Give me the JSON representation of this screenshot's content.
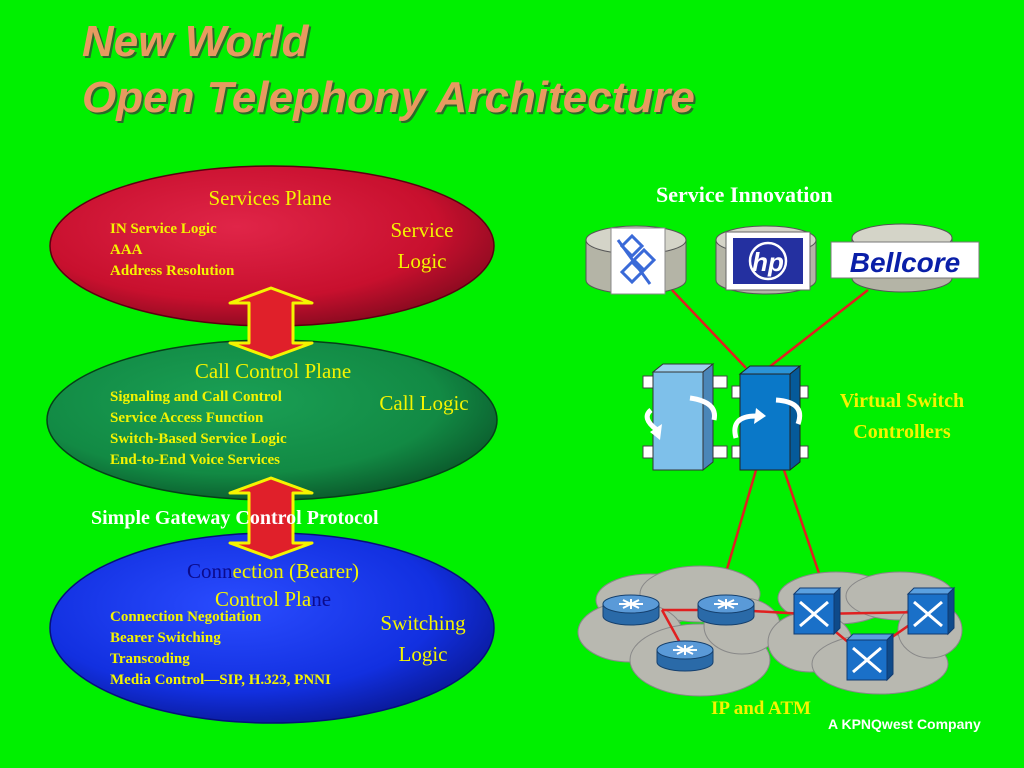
{
  "title": {
    "line1": "New World",
    "line2": "Open Telephony Architecture"
  },
  "planes": {
    "services": {
      "title": "Services Plane",
      "items": [
        "IN Service Logic",
        "AAA",
        "Address Resolution"
      ],
      "side_label_line1": "Service",
      "side_label_line2": "Logic"
    },
    "call_control": {
      "title": "Call Control Plane",
      "items": [
        "Signaling and Call Control",
        "Service Access Function",
        "Switch-Based Service Logic",
        "End-to-End Voice Services"
      ],
      "side_label": "Call Logic"
    },
    "connection": {
      "title_part1": "Conn",
      "title_part2": "ection (Bearer)",
      "title_line2_part1": "Control Pla",
      "title_line2_part2": "ne",
      "items": [
        "Connection Negotiation",
        "Bearer Switching",
        "Transcoding",
        "Media Control—SIP, H.323, PNNI"
      ],
      "side_label_line1": "Switching",
      "side_label_line2": "Logic"
    }
  },
  "protocol_label": "Simple Gateway Control Protocol",
  "service_innovation_label": "Service Innovation",
  "vendor_logos": {
    "hp": "hp",
    "bellcore": "Bellcore"
  },
  "virtual_switch_label": {
    "line1": "Virtual Switch",
    "line2": "Controllers"
  },
  "network_label": "IP and ATM",
  "footer": "A KPNQwest Company",
  "colors": {
    "background": "#00f000",
    "title": "#e79a60",
    "services_plane": "#d41a3a",
    "call_control_plane": "#15904a",
    "connection_plane": "#1430e0",
    "labels_yellow": "#f4f400",
    "arrow": "#e0202a"
  },
  "icons": [
    "sun-microsystems-logo-icon",
    "hp-logo-icon",
    "bellcore-logo-icon",
    "switch-controller-icon",
    "router-icon",
    "atm-switch-icon",
    "double-arrow-icon",
    "cloud-icon"
  ]
}
